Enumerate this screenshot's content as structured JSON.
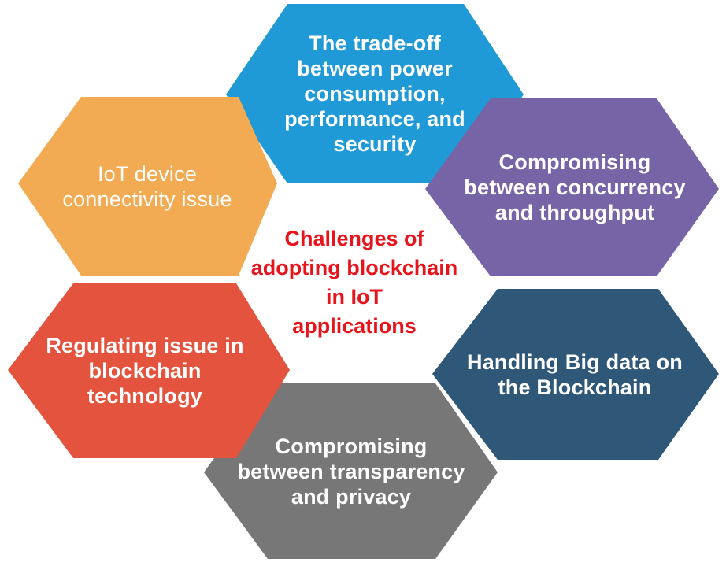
{
  "center_title": {
    "lines": [
      "Challenges of",
      "adopting blockchain",
      "in IoT",
      "applications"
    ],
    "color": "#e8141b"
  },
  "hexagons": [
    {
      "id": "power",
      "lines": [
        "The trade-off",
        "between power",
        "consumption,",
        "performance, and",
        "security"
      ],
      "color": "#1f9ad6"
    },
    {
      "id": "concurrency",
      "lines": [
        "Compromising",
        "between concurrency",
        "and throughput"
      ],
      "color": "#7664a7"
    },
    {
      "id": "bigdata",
      "lines": [
        "Handling Big data on",
        "the Blockchain"
      ],
      "color": "#2f5878"
    },
    {
      "id": "transparency",
      "lines": [
        "Compromising",
        "between transparency",
        "and privacy"
      ],
      "color": "#777777"
    },
    {
      "id": "regulating",
      "lines": [
        "Regulating issue in",
        "blockchain",
        "technology"
      ],
      "color": "#e4533d"
    },
    {
      "id": "connectivity",
      "lines": [
        "IoT device",
        "connectivity issue"
      ],
      "color": "#f2ab52"
    }
  ]
}
